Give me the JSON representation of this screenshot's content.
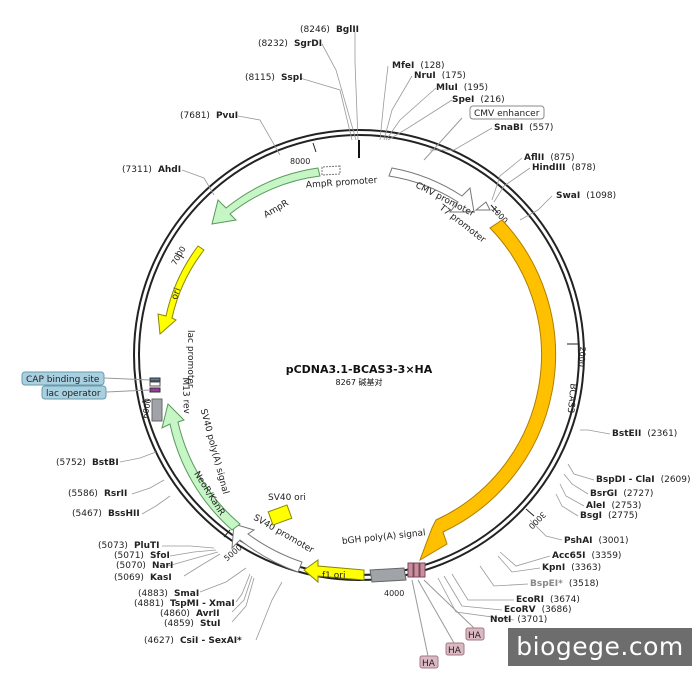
{
  "title": "pCDNA3.1-BCAS3-3×HA",
  "subtitle": "8267 碱基对",
  "total_length": 8267,
  "watermark": "biogege.com",
  "ticks": [
    {
      "pos": 1000,
      "label": "1000"
    },
    {
      "pos": 2000,
      "label": "2000"
    },
    {
      "pos": 3000,
      "label": "3000"
    },
    {
      "pos": 4000,
      "label": "4000"
    },
    {
      "pos": 5000,
      "label": "5000"
    },
    {
      "pos": 6000,
      "label": "6000"
    },
    {
      "pos": 7000,
      "label": "7000"
    },
    {
      "pos": 8000,
      "label": "8000"
    }
  ],
  "sites": [
    {
      "name": "BglII",
      "pos": "(8246)",
      "bp": 8246
    },
    {
      "name": "SgrDI",
      "pos": "(8232)",
      "bp": 8232
    },
    {
      "name": "SspI",
      "pos": "(8115)",
      "bp": 8115
    },
    {
      "name": "PvuI",
      "pos": "(7681)",
      "bp": 7681
    },
    {
      "name": "AhdI",
      "pos": "(7311)",
      "bp": 7311
    },
    {
      "name": "MfeI",
      "pos": "(128)",
      "bp": 128
    },
    {
      "name": "NruI",
      "pos": "(175)",
      "bp": 175
    },
    {
      "name": "MluI",
      "pos": "(195)",
      "bp": 195
    },
    {
      "name": "SpeI",
      "pos": "(216)",
      "bp": 216
    },
    {
      "name": "SnaBI",
      "pos": "(557)",
      "bp": 557
    },
    {
      "name": "AflII",
      "pos": "(875)",
      "bp": 875
    },
    {
      "name": "HindIII",
      "pos": "(878)",
      "bp": 878
    },
    {
      "name": "SwaI",
      "pos": "(1098)",
      "bp": 1098
    },
    {
      "name": "BstEII",
      "pos": "(2361)",
      "bp": 2361
    },
    {
      "name": "BspDI - ClaI",
      "pos": "(2609)",
      "bp": 2609
    },
    {
      "name": "BsrGI",
      "pos": "(2727)",
      "bp": 2727
    },
    {
      "name": "AleI",
      "pos": "(2753)",
      "bp": 2753
    },
    {
      "name": "BsgI",
      "pos": "(2775)",
      "bp": 2775
    },
    {
      "name": "PshAI",
      "pos": "(3001)",
      "bp": 3001
    },
    {
      "name": "Acc65I",
      "pos": "(3359)",
      "bp": 3359
    },
    {
      "name": "KpnI",
      "pos": "(3363)",
      "bp": 3363
    },
    {
      "name": "BspEI*",
      "pos": "(3518)",
      "bp": 3518
    },
    {
      "name": "EcoRI",
      "pos": "(3674)",
      "bp": 3674
    },
    {
      "name": "EcoRV",
      "pos": "(3686)",
      "bp": 3686
    },
    {
      "name": "NotI",
      "pos": "(3701)",
      "bp": 3701
    },
    {
      "name": "CsiI - SexAI*",
      "pos": "(4627)",
      "bp": 4627
    },
    {
      "name": "StuI",
      "pos": "(4859)",
      "bp": 4859
    },
    {
      "name": "AvrII",
      "pos": "(4860)",
      "bp": 4860
    },
    {
      "name": "TspMI - XmaI",
      "pos": "(4881)",
      "bp": 4881
    },
    {
      "name": "SmaI",
      "pos": "(4883)",
      "bp": 4883
    },
    {
      "name": "KasI",
      "pos": "(5069)",
      "bp": 5069
    },
    {
      "name": "NarI",
      "pos": "(5070)",
      "bp": 5070
    },
    {
      "name": "SfoI",
      "pos": "(5071)",
      "bp": 5071
    },
    {
      "name": "PluTI",
      "pos": "(5073)",
      "bp": 5073
    },
    {
      "name": "BssHII",
      "pos": "(5467)",
      "bp": 5467
    },
    {
      "name": "RsrII",
      "pos": "(5586)",
      "bp": 5586
    },
    {
      "name": "BstBI",
      "pos": "(5752)",
      "bp": 5752
    }
  ],
  "features": [
    {
      "name": "CMV enhancer",
      "color": "#ffffff"
    },
    {
      "name": "CMV promoter",
      "color": "#ffffff"
    },
    {
      "name": "T7 promoter",
      "color": "#ffffff"
    },
    {
      "name": "BCAS3",
      "color": "#ffc000"
    },
    {
      "name": "bGH poly(A) signal",
      "color": "#a0a4a8"
    },
    {
      "name": "f1 ori",
      "color": "#ffff00"
    },
    {
      "name": "SV40 promoter",
      "color": "#ffffff"
    },
    {
      "name": "SV40 ori",
      "color": "#ffff00"
    },
    {
      "name": "NeoR/KanR",
      "color": "#c6f5c6"
    },
    {
      "name": "SV40 poly(A) signal",
      "color": "#a0a4a8"
    },
    {
      "name": "M13 rev",
      "color": "#ffffff"
    },
    {
      "name": "lac promoter",
      "color": "#ffffff"
    },
    {
      "name": "ori",
      "color": "#ffff00"
    },
    {
      "name": "AmpR",
      "color": "#c6f5c6"
    },
    {
      "name": "AmpR promoter",
      "color": "#ffffff"
    },
    {
      "name": "HA",
      "color": "#dbb8c2"
    },
    {
      "name": "CAP binding site",
      "color": "#a8d0e0"
    },
    {
      "name": "lac operator",
      "color": "#a8d0e0"
    }
  ]
}
